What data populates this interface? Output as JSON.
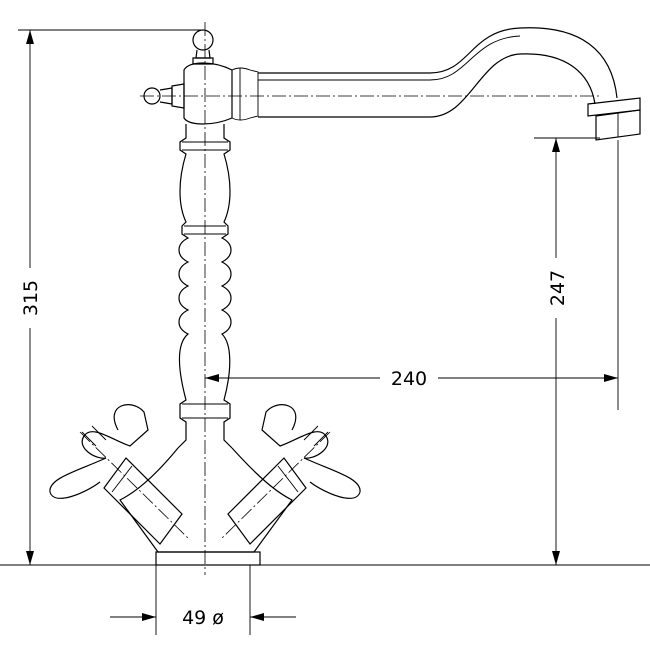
{
  "dimensions": {
    "overall_height": "315",
    "spout_height": "247",
    "spout_reach": "240",
    "hole_diameter": "49 ø"
  }
}
